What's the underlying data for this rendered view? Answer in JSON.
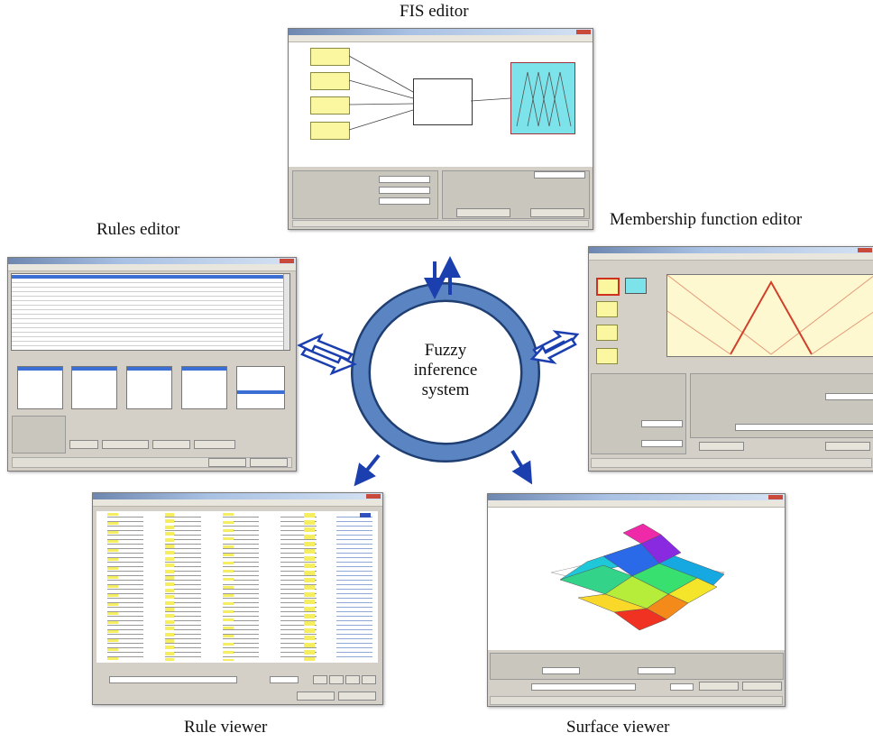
{
  "captions": {
    "fis_editor": "FIS editor",
    "rules_editor": "Rules editor",
    "membership_editor": "Membership function editor",
    "rule_viewer": "Rule viewer",
    "surface_viewer": "Surface viewer"
  },
  "center": {
    "line1": "Fuzzy",
    "line2": "inference",
    "line3": "system"
  },
  "colors": {
    "ring_fill": "#5b84c3",
    "ring_stroke": "#1f3f73",
    "arrow": "#1c3fb0"
  }
}
